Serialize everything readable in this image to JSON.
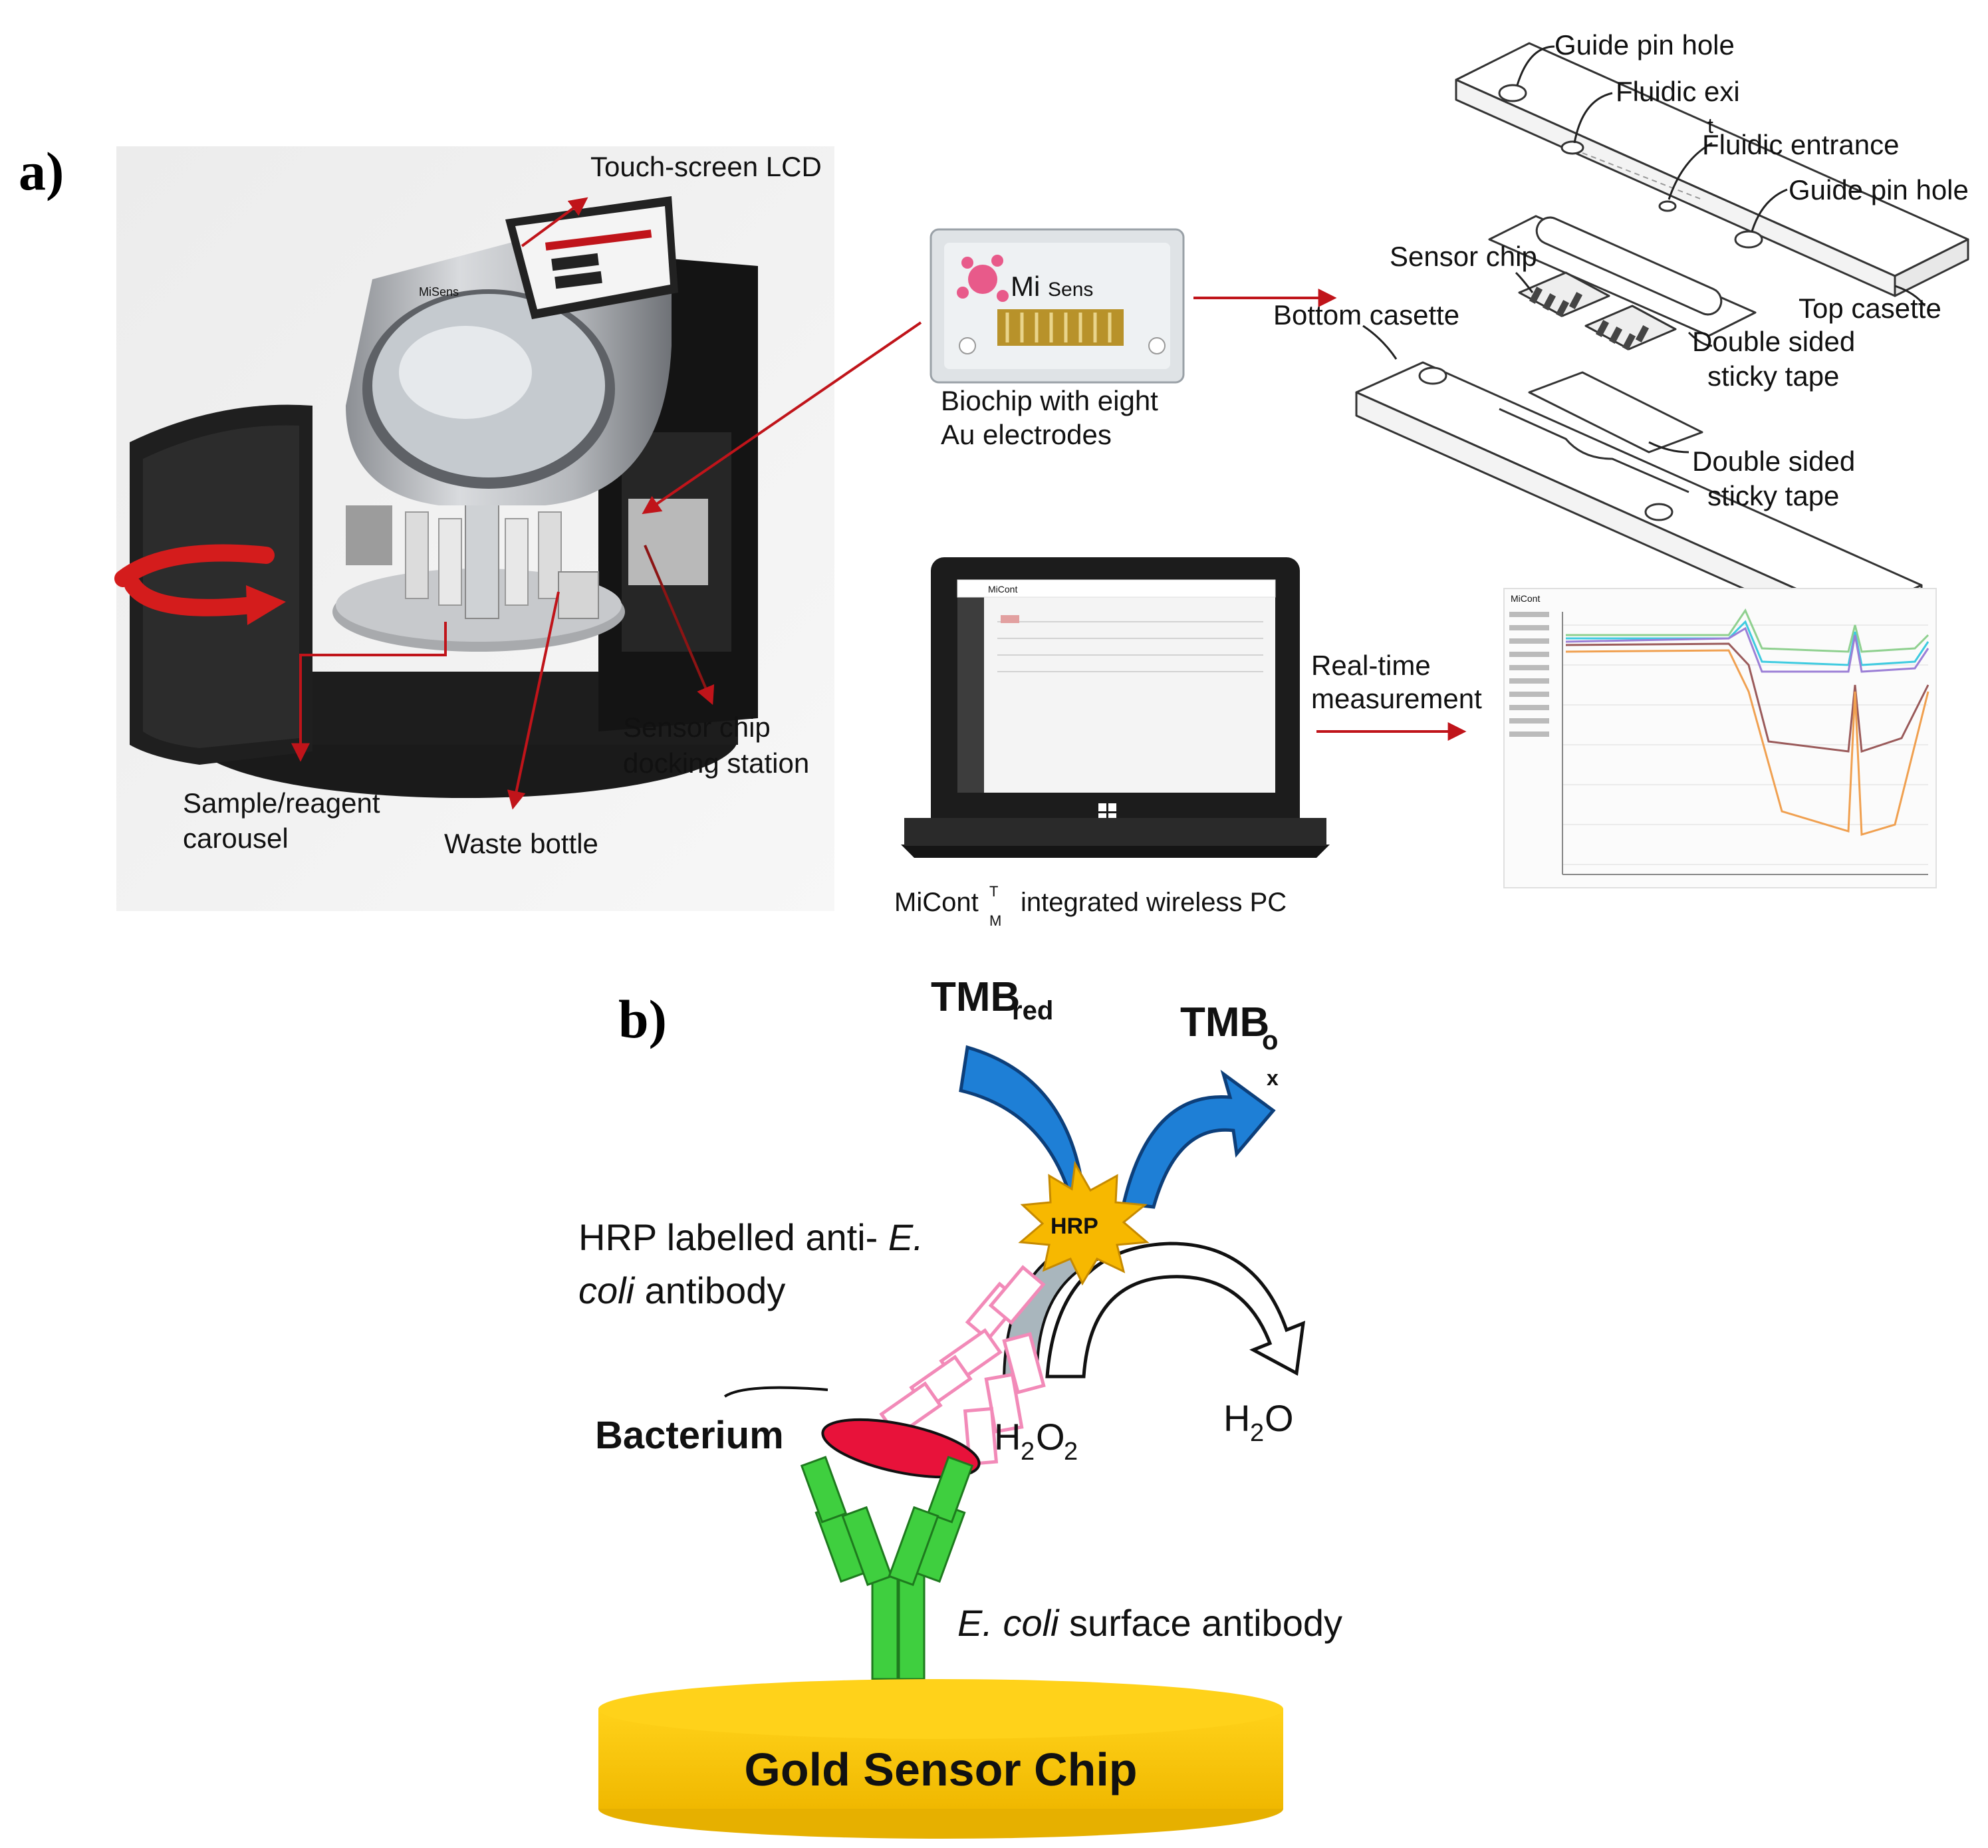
{
  "panel_a": {
    "label": "a)",
    "instrument": {
      "touch_screen": "Touch-screen LCD",
      "carousel_line1": "Sample/reagent",
      "carousel_line2": "carousel",
      "waste": "Waste bottle",
      "docking_line1": "Sensor chip",
      "docking_line2": "docking station",
      "screen_brand": "MiSens"
    },
    "biochip": {
      "chip_text_mi": "Mi",
      "chip_text_sens": "Sens",
      "caption_line1": "Biochip with eight",
      "caption_line2": "Au electrodes"
    },
    "cassette": {
      "guide_pin_top": "Guide pin hole",
      "fluidic_exit": "Fluidic exi",
      "fluidic_exit_t": "t",
      "fluidic_entrance": "Fluidic entrance",
      "guide_pin_right": "Guide pin hole",
      "sensor_chip": "Sensor chip",
      "top_casette": "Top casette",
      "bottom_casette": "Bottom casette",
      "tape1_line1": "Double sided",
      "tape1_line2": "sticky tape",
      "tape2_line1": "Double sided",
      "tape2_line2": "sticky tape"
    },
    "laptop": {
      "caption_pre": "MiCont",
      "caption_sup": "T",
      "caption_sub": "M",
      "caption_post": "integrated wireless PC",
      "app_name": "MiCont"
    },
    "measurement": {
      "line1": "Real-time",
      "line2": "measurement",
      "app_name": "MiCont"
    }
  },
  "panel_b": {
    "label": "b)",
    "tmb_red": "TMB",
    "tmb_red_sub": "red",
    "tmb_ox": "TMB",
    "tmb_ox_o": "o",
    "tmb_ox_x": "x",
    "hrp": "HRP",
    "hrp_label_line1_pre": "HRP labelled  anti- ",
    "hrp_label_line1_em": "E.",
    "hrp_label_line2_em": "coli",
    "hrp_label_line2_post": " antibody",
    "bacterium": "Bacterium",
    "h2o2_h": "H",
    "h2o2_2a": "2",
    "h2o2_o": "O",
    "h2o2_2b": "2",
    "h2o_h": "H",
    "h2o_2": "2",
    "h2o_o": "O",
    "surface_em": "E. coli",
    "surface_post": " surface antibody",
    "gold_chip": "Gold Sensor Chip"
  },
  "colors": {
    "arrow_red": "#c0141a",
    "tmb_blue": "#1e7fd6",
    "hrp_yellow": "#f7b800",
    "antibody_pink": "#f28ab8",
    "antibody_green": "#3fcf3f",
    "bacterium_red": "#e8123a",
    "gold": "#f6c400",
    "gold_text": "#162a66"
  }
}
